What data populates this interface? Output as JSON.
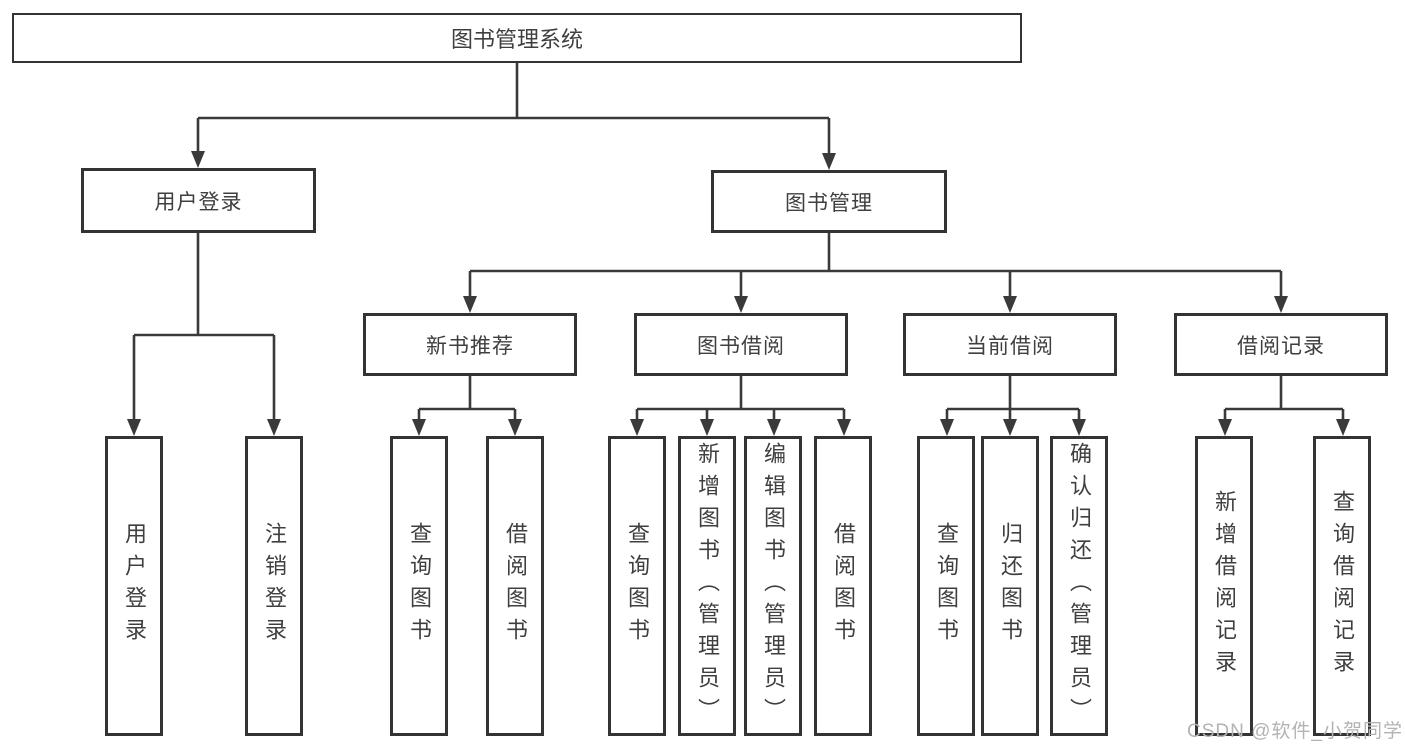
{
  "watermark": {
    "text": "CSDN @软件_小贺同学"
  },
  "colors": {
    "line": "#3a3a3a",
    "box_border": "#333333",
    "text": "#3f3f3f",
    "watermark": "#b3b3b3",
    "background": "#ffffff"
  },
  "tree": {
    "root": {
      "label": "图书管理系统",
      "children": [
        {
          "label": "用户登录",
          "children": [
            {
              "label": "用户登录"
            },
            {
              "label": "注销登录"
            }
          ]
        },
        {
          "label": "图书管理",
          "children": [
            {
              "label": "新书推荐",
              "children": [
                {
                  "label": "查询图书"
                },
                {
                  "label": "借阅图书"
                }
              ]
            },
            {
              "label": "图书借阅",
              "children": [
                {
                  "label": "查询图书"
                },
                {
                  "label": "新增图书（管理员）"
                },
                {
                  "label": "编辑图书（管理员）"
                },
                {
                  "label": "借阅图书"
                }
              ]
            },
            {
              "label": "当前借阅",
              "children": [
                {
                  "label": "查询图书"
                },
                {
                  "label": "归还图书"
                },
                {
                  "label": "确认归还（管理员）"
                }
              ]
            },
            {
              "label": "借阅记录",
              "children": [
                {
                  "label": "新增借阅记录"
                },
                {
                  "label": "查询借阅记录"
                }
              ]
            }
          ]
        }
      ]
    }
  }
}
